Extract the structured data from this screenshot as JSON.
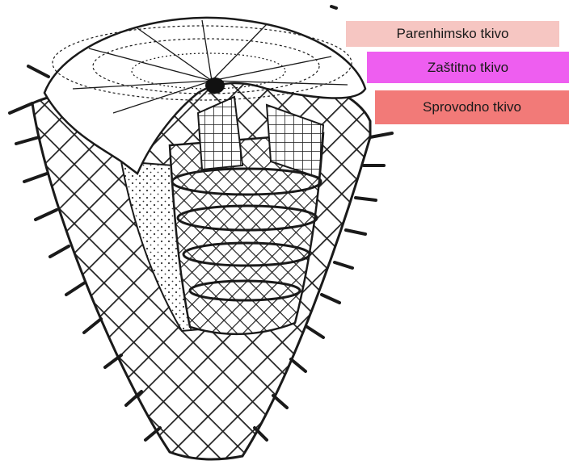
{
  "diagram": {
    "labels": [
      {
        "text": "Parenhimsko tkivo",
        "color": "#f6c6c2"
      },
      {
        "text": "Zaštitno tkivo",
        "color": "#ee5ef0"
      },
      {
        "text": "Sprovodno tkivo",
        "color": "#f27a78"
      }
    ],
    "illustration": "stem-cross-section-sketch"
  }
}
